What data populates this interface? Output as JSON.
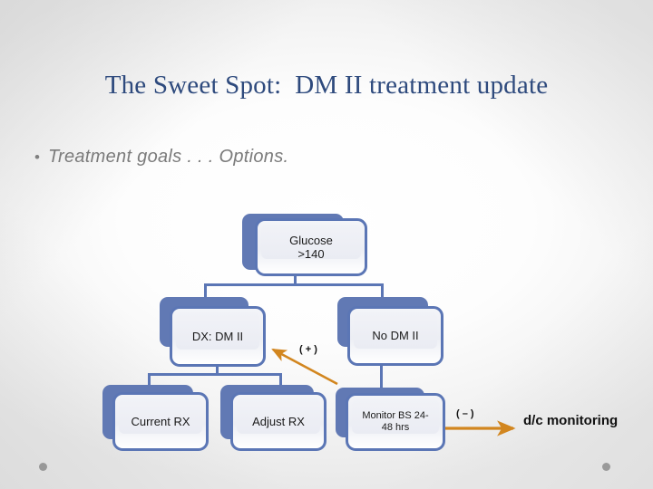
{
  "slide": {
    "title": "The Sweet Spot:  DM II treatment update",
    "bullet": {
      "marker": "•",
      "text": "Treatment goals . . . Options."
    },
    "colors": {
      "title_blue": "#2e4a7d",
      "node_blue": "#5b76b5",
      "node_shadow_blue": "#6179b4",
      "arrow_orange": "#d2861f",
      "bullet_gray": "#7b7b7b",
      "deco_dot_gray": "#8c8c8c"
    }
  },
  "flowchart": {
    "nodes": [
      {
        "id": "glucose",
        "label": "Glucose\n>140",
        "font_size": 13
      },
      {
        "id": "dx-dm2",
        "label": "DX:  DM II",
        "font_size": 13
      },
      {
        "id": "no-dm2",
        "label": "No DM II",
        "font_size": 13
      },
      {
        "id": "current-rx",
        "label": "Current RX",
        "font_size": 13
      },
      {
        "id": "adjust-rx",
        "label": "Adjust RX",
        "font_size": 13
      },
      {
        "id": "monitor-bs",
        "label": "Monitor BS 24-\n48 hrs",
        "font_size": 11
      }
    ],
    "annotations": [
      {
        "id": "plus-label",
        "text": "( + )"
      },
      {
        "id": "minus-label",
        "text": "( – )"
      },
      {
        "id": "dc-monitoring",
        "text": "d/c monitoring"
      }
    ]
  }
}
